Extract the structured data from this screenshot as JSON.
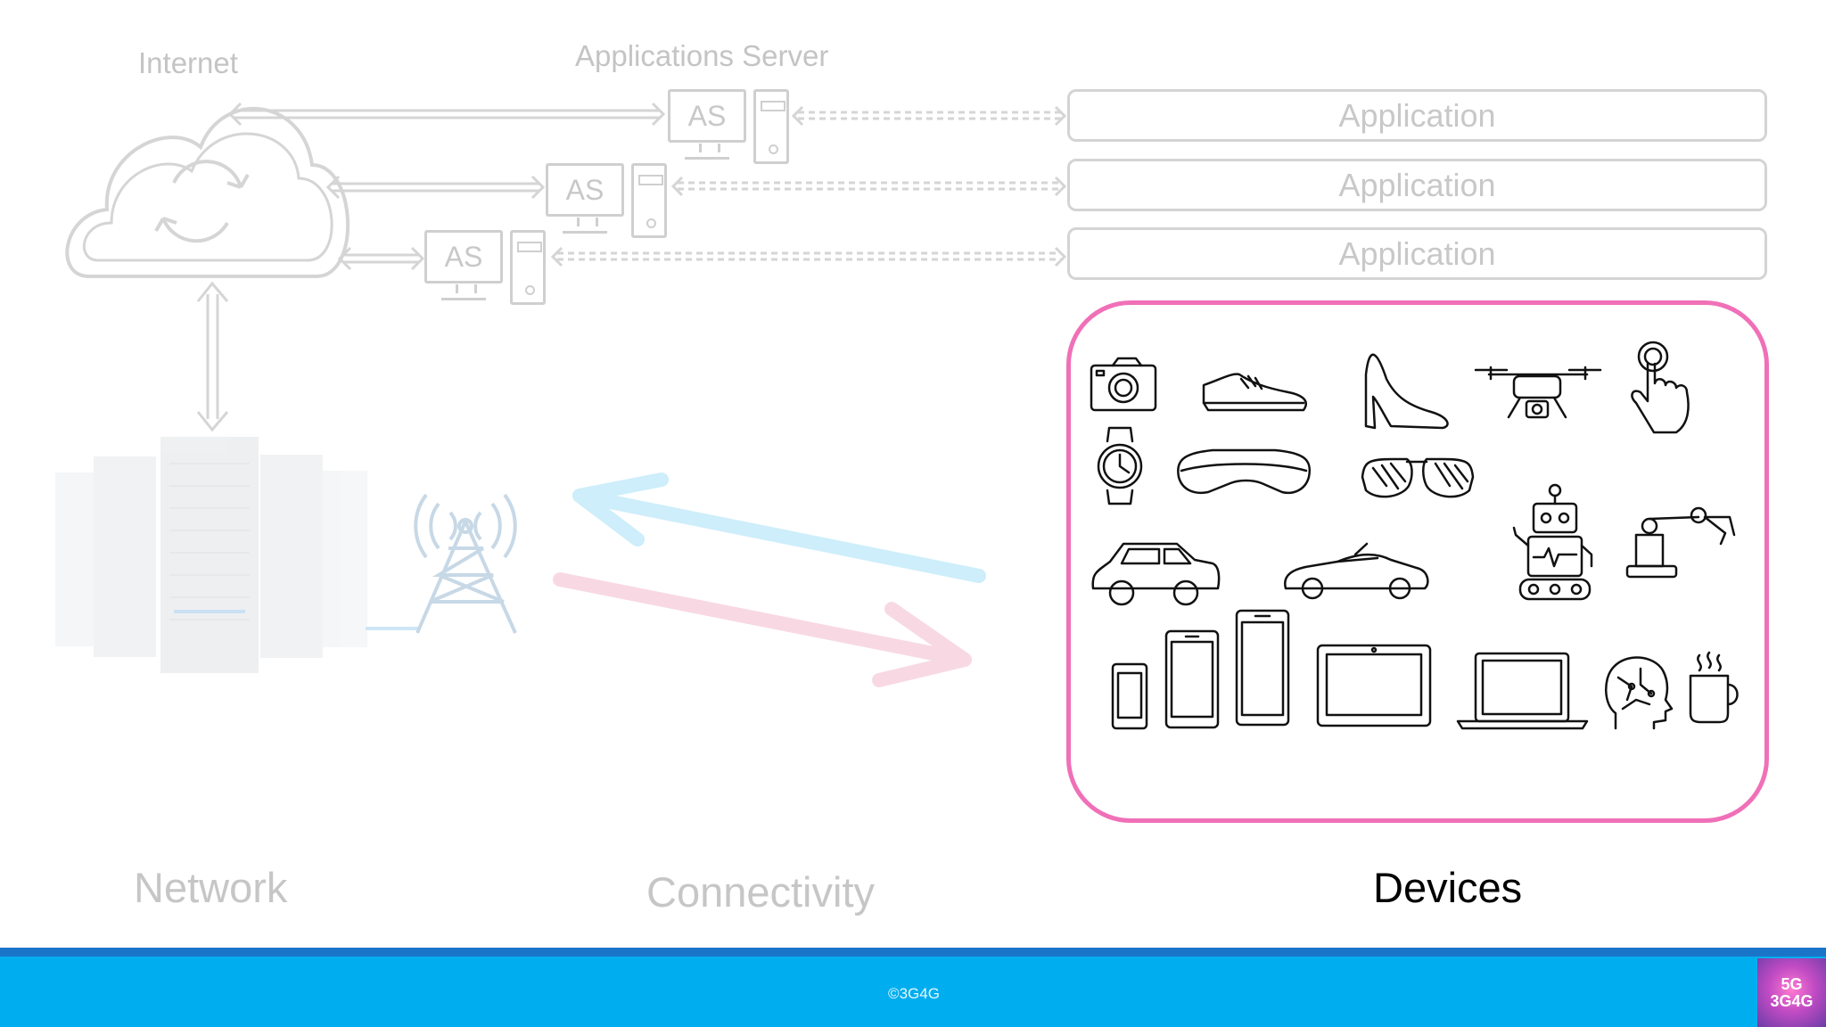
{
  "top": {
    "internet_label": "Internet",
    "app_server_label": "Applications Server"
  },
  "servers": [
    {
      "label": "AS"
    },
    {
      "label": "AS"
    },
    {
      "label": "AS"
    }
  ],
  "applications": [
    {
      "label": "Application"
    },
    {
      "label": "Application"
    },
    {
      "label": "Application"
    }
  ],
  "sections": {
    "network": "Network",
    "connectivity": "Connectivity",
    "devices": "Devices"
  },
  "footer": {
    "copyright": "©3G4G",
    "logo_line1": "5G",
    "logo_line2": "3G4G"
  },
  "colors": {
    "devices_border": "#f070b8",
    "footer_blue": "#00aeef",
    "footer_stripe": "#1a75c9",
    "uplink_arrow": "#c9ecf7",
    "downlink_arrow": "#f7d3df"
  },
  "device_icons": [
    "camera-icon",
    "shoe-icon",
    "high-heel-icon",
    "drone-icon",
    "touch-hand-icon",
    "smartwatch-icon",
    "vr-goggles-icon",
    "sunglasses-icon",
    "robot-icon",
    "robotic-arm-icon",
    "car-icon",
    "convertible-car-icon",
    "small-phone-icon",
    "phone-icon",
    "tall-phone-icon",
    "tablet-icon",
    "laptop-icon",
    "brain-head-icon",
    "coffee-mug-icon"
  ]
}
